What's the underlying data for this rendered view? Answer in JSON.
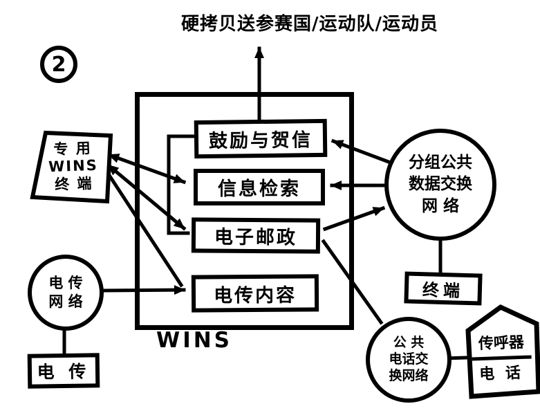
{
  "figure": {
    "badge": "2",
    "title": "硬拷贝送参赛国/运动队/运动员",
    "system_label": "WINS"
  },
  "wins_modules": {
    "encouragement": "鼓励与贺信",
    "info_retrieval": "信息检索",
    "e_mail": "电子邮政",
    "telex_content": "电传内容"
  },
  "nodes": {
    "dedicated_terminal": {
      "line1": "专 用",
      "line2": "WINS",
      "line3": "终 端"
    },
    "packet_network": {
      "line1": "分组公共",
      "line2": "数据交换",
      "line3": "网  络"
    },
    "terminal": "终端",
    "telex_network": {
      "line1": "电 传",
      "line2": "网 络"
    },
    "telex": "电 传",
    "phone_network": {
      "line1": "公 共",
      "line2": "电话交",
      "line3": "换网络"
    },
    "pager_phone": {
      "line1": "传呼器",
      "line2": "电 话"
    }
  },
  "colors": {
    "ink": "#000000",
    "paper": "#ffffff"
  }
}
